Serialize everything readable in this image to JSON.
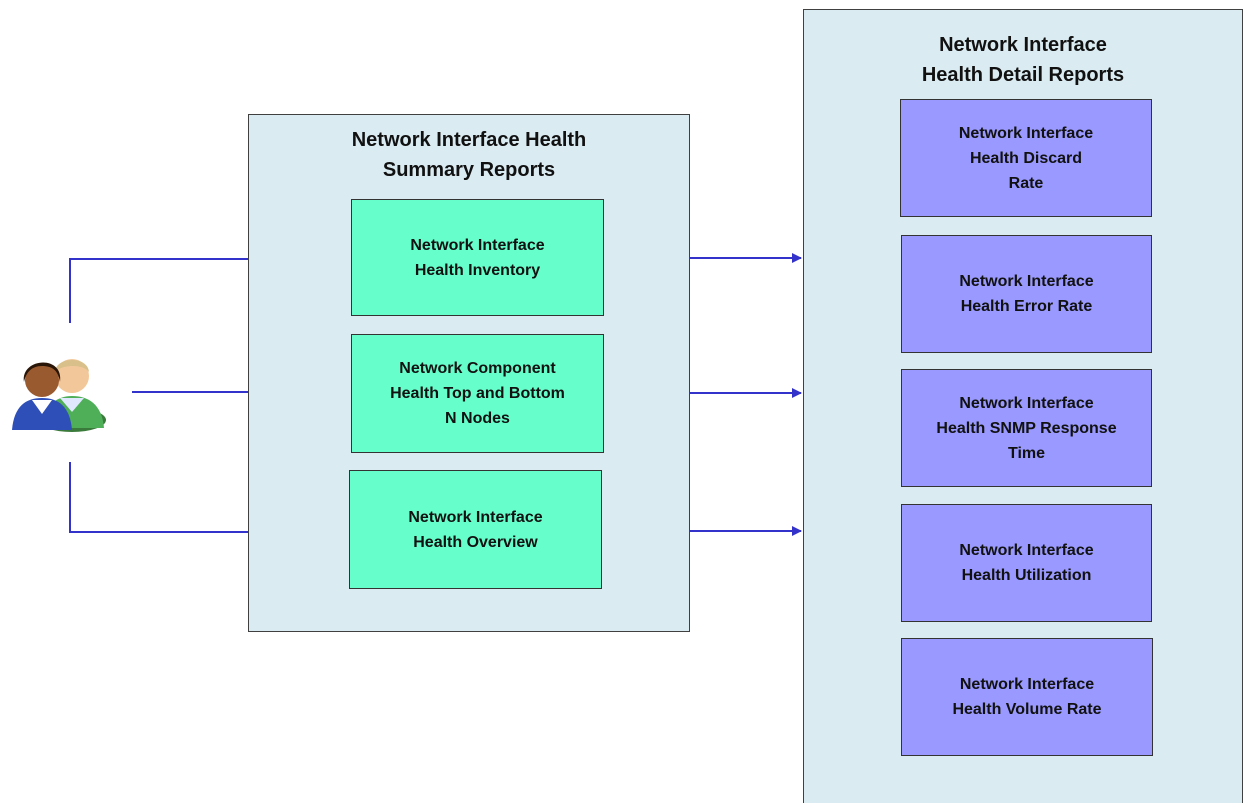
{
  "summary_panel": {
    "title": "Network Interface Health\nSummary  Reports",
    "boxes": [
      "Network Interface\nHealth Inventory",
      "Network Component\nHealth Top and Bottom\nN Nodes",
      "Network Interface\nHealth Overview"
    ]
  },
  "detail_panel": {
    "title": "Network Interface\nHealth Detail Reports",
    "boxes": [
      "Network Interface\nHealth Discard\nRate",
      "Network Interface\nHealth Error Rate",
      "Network Interface\nHealth SNMP Response\nTime",
      "Network Interface\nHealth Utilization",
      "Network Interface\nHealth Volume Rate"
    ]
  },
  "icons": {
    "users": "users-icon"
  },
  "colors": {
    "panel_background": "#daebf1",
    "summary_box": "#66ffcc",
    "detail_box": "#9999ff",
    "connector": "#3333cc"
  }
}
